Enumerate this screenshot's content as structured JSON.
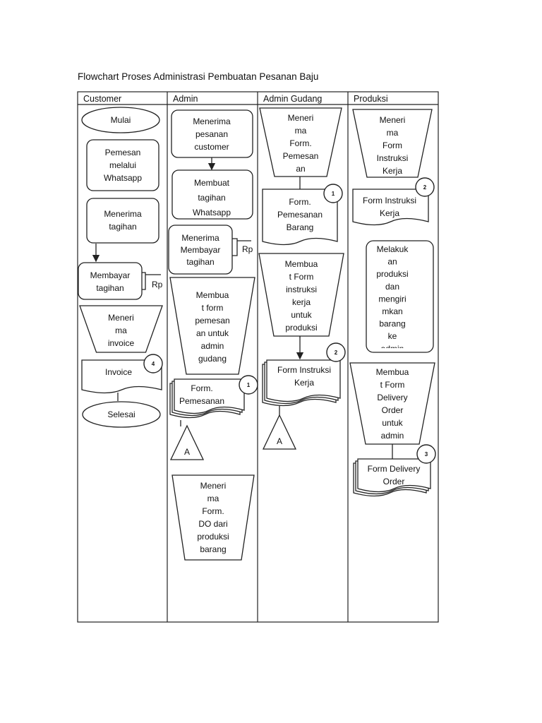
{
  "title": "Flowchart Proses Administrasi Pembuatan Pesanan Baju",
  "lanes": [
    "Customer",
    "Admin",
    "Admin Gudang",
    "Produksi"
  ],
  "nodes": {
    "mulai": [
      "Mulai"
    ],
    "pemesanan": [
      "Pemesan",
      "melalui",
      "Whatsapp"
    ],
    "menerima_tagihan": [
      "Menerima",
      "tagihan"
    ],
    "membayar": [
      "Membayar",
      "tagihan"
    ],
    "rp1": "Rp",
    "menerima_invoice": [
      "Meneri",
      "ma",
      "invoice"
    ],
    "invoice": [
      "Invoice"
    ],
    "selesai": [
      "Selesai"
    ],
    "menerima_pesanan": [
      "Menerima",
      "pesanan",
      "customer"
    ],
    "membuat_tagihan": [
      "Membuat",
      "tagihan",
      "Whatsapp"
    ],
    "menerima_bayar": [
      "Menerima",
      "Membayar",
      "tagihan"
    ],
    "rp2": "Rp",
    "membuat_form_pemesanan": [
      "Membua",
      "t form",
      "pemesan",
      "an untuk",
      "admin",
      "gudang"
    ],
    "form_pemesanan_admin": [
      "Form.",
      "Pemesanan"
    ],
    "menerima_do": [
      "Meneri",
      "ma",
      "Form.",
      "DO dari",
      "produksi",
      "barang"
    ],
    "menerima_form_pemesanan": [
      "Meneri",
      "ma",
      "Form.",
      "Pemesan",
      "an"
    ],
    "form_pemesanan_barang": [
      "Form.",
      "Pemesanan",
      "Barang"
    ],
    "membuat_form_instruksi": [
      "Membua",
      "t Form",
      "instruksi",
      "kerja",
      "untuk",
      "produksi"
    ],
    "form_instruksi_gudang": [
      "Form Instruksi",
      "Kerja"
    ],
    "menerima_instruksi": [
      "Meneri",
      "ma",
      "Form",
      "Instruksi",
      "Kerja"
    ],
    "form_instruksi_produksi": [
      "Form Instruksi",
      "Kerja"
    ],
    "melakukan_produksi": [
      "Melakuk",
      "an",
      "produksi",
      "dan",
      "mengiri",
      "mkan",
      "barang",
      "ke",
      "admin"
    ],
    "membuat_do": [
      "Membua",
      "t Form",
      "Delivery",
      "Order",
      "untuk",
      "admin"
    ],
    "form_do": [
      "Form Delivery",
      "Order"
    ]
  },
  "connectors": {
    "c_invoice": "4",
    "c_form_admin": "1",
    "c_form_gudang": "1",
    "c_instruksi_gudang": "2",
    "c_instruksi_produksi": "2",
    "c_do": "3"
  },
  "offpage": {
    "admin": "A",
    "gudang": "A"
  }
}
